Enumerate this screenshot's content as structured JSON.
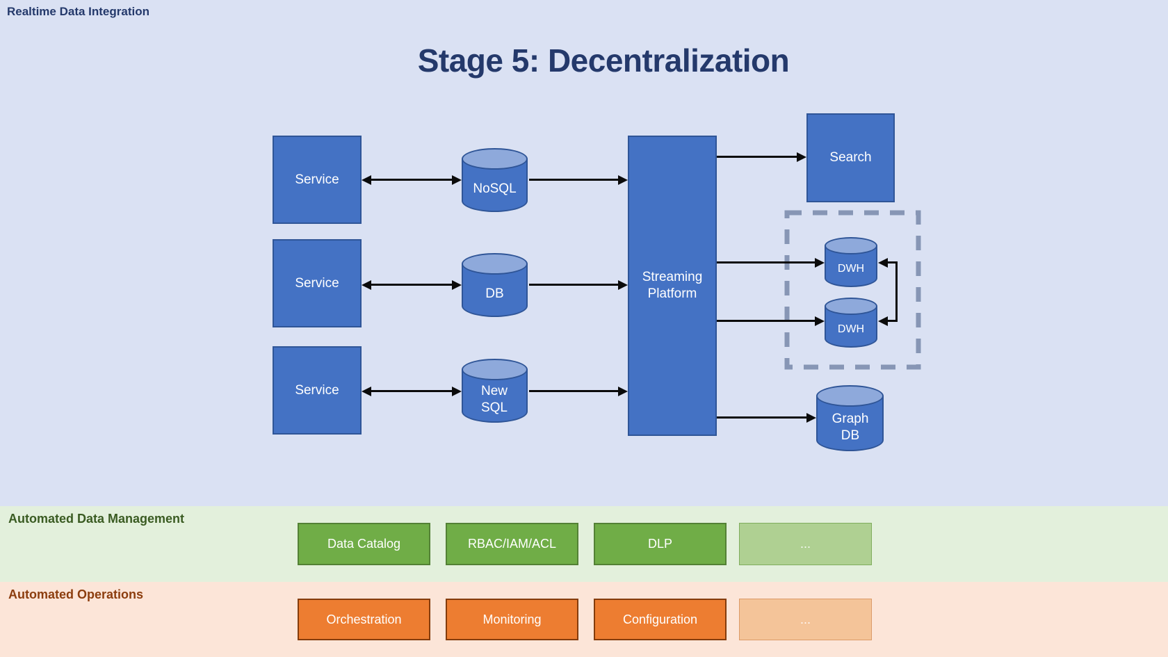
{
  "header": {
    "label": "Realtime Data Integration"
  },
  "title": "Stage 5: Decentralization",
  "nodes": {
    "service1": "Service",
    "service2": "Service",
    "service3": "Service",
    "nosql": "NoSQL",
    "db": "DB",
    "newsql": "New SQL",
    "streaming": "Streaming Platform",
    "search": "Search",
    "dwh1": "DWH",
    "dwh2": "DWH",
    "graphdb": "Graph DB"
  },
  "data_management": {
    "label": "Automated Data Management",
    "items": [
      "Data Catalog",
      "RBAC/IAM/ACL",
      "DLP",
      "..."
    ]
  },
  "operations": {
    "label": "Automated Operations",
    "items": [
      "Orchestration",
      "Monitoring",
      "Configuration",
      "..."
    ]
  },
  "colors": {
    "bg": "#DAE1F3",
    "ink": "#24396B",
    "blue": "#4472C4",
    "blueBorder": "#2F5597",
    "blueLight": "#8EA9DB",
    "dashed": "#8796B5",
    "arrow": "#0B0B0B",
    "greenBand": "#E3F0DC",
    "green": "#70AD47",
    "greenBorder": "#538135",
    "greenGhostBg": "#AFD092",
    "greenGhostBorder": "#7FAC5C",
    "greenInk": "#3A5B22",
    "orangeBand": "#FCE5D8",
    "orange": "#ED7D31",
    "orangeBorder": "#843C0C",
    "orangeGhostBg": "#F4C499",
    "orangeGhostBorder": "#DB9A68",
    "orangeInk": "#8C3D0E"
  }
}
